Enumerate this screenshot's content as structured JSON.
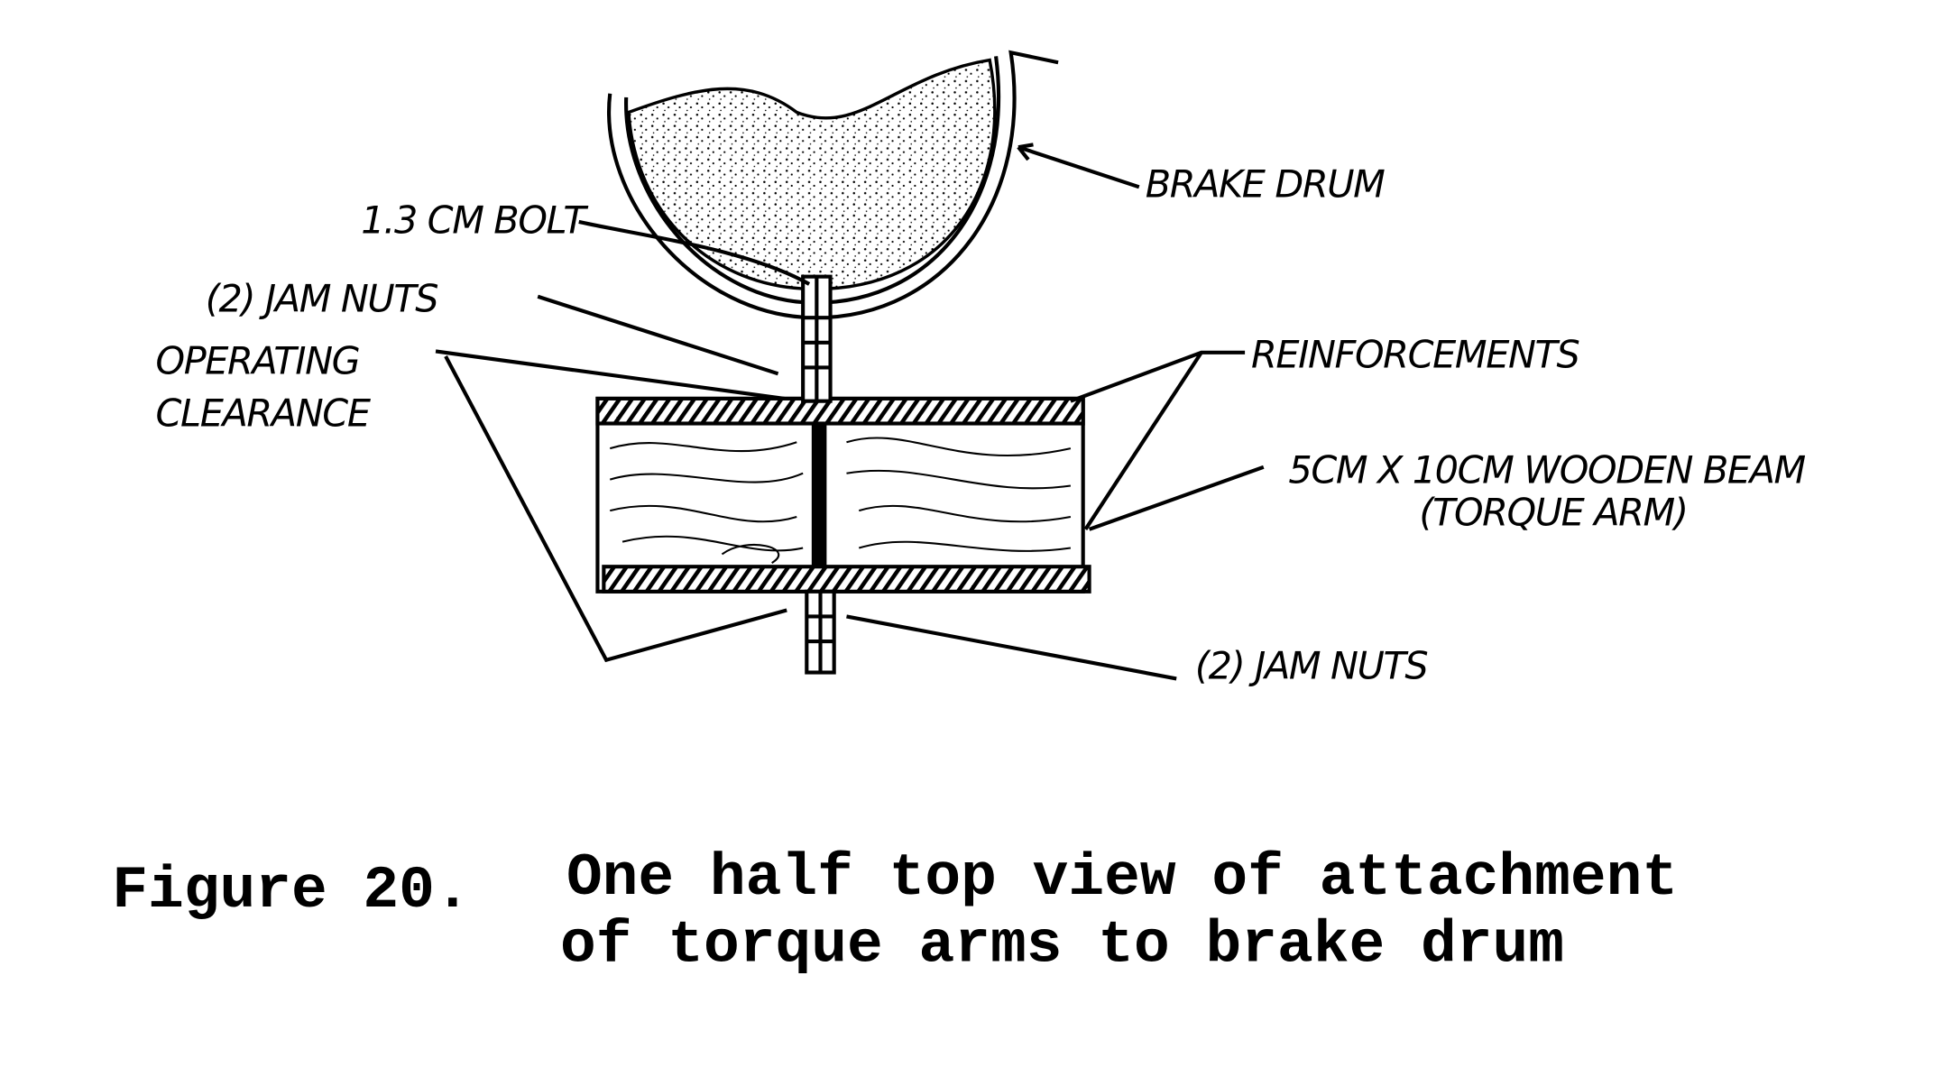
{
  "labels": {
    "brake_drum": "BRAKE DRUM",
    "bolt": "1.3 CM BOLT",
    "jam_nuts_top": "(2) JAM NUTS",
    "operating_clearance_1": "OPERATING",
    "operating_clearance_2": "CLEARANCE",
    "reinforcements": "REINFORCEMENTS",
    "beam_1": "5CM X 10CM WOODEN BEAM",
    "beam_2": "(TORQUE ARM)",
    "jam_nuts_bottom": "(2) JAM NUTS"
  },
  "caption": {
    "number": "Figure 20.",
    "line1": "One half top view of attachment",
    "line2": "of torque arms to brake drum"
  }
}
